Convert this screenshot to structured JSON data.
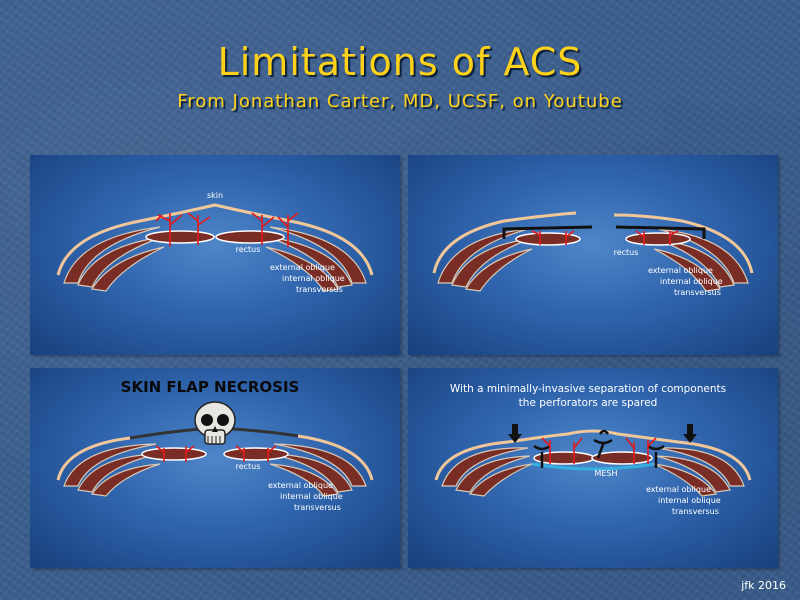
{
  "slide": {
    "title": "Limitations of ACS",
    "subtitle": "From Jonathan Carter, MD, UCSF, on Youtube",
    "footer": "jfk 2016"
  },
  "panels": {
    "p1": {
      "skin": "skin",
      "rectus": "rectus",
      "external_oblique": "external oblique",
      "internal_oblique": "internal oblique",
      "transversus": "transversus"
    },
    "p2": {
      "rectus": "rectus",
      "external_oblique": "external oblique",
      "internal_oblique": "internal oblique",
      "transversus": "transversus"
    },
    "p3": {
      "heading": "SKIN FLAP NECROSIS",
      "rectus": "rectus",
      "external_oblique": "external oblique",
      "internal_oblique": "internal oblique",
      "transversus": "transversus"
    },
    "p4": {
      "heading_line1": "With a minimally-invasive separation of components",
      "heading_line2": "the perforators are spared",
      "mesh": "MESH",
      "external_oblique": "external oblique",
      "internal_oblique": "internal oblique",
      "transversus": "transversus"
    }
  },
  "colors": {
    "title": "#ffd21a",
    "muscle": "#7a2d25",
    "vessel": "#e5191b",
    "skin": "#f1c79a",
    "mesh": "#36b0e0"
  }
}
